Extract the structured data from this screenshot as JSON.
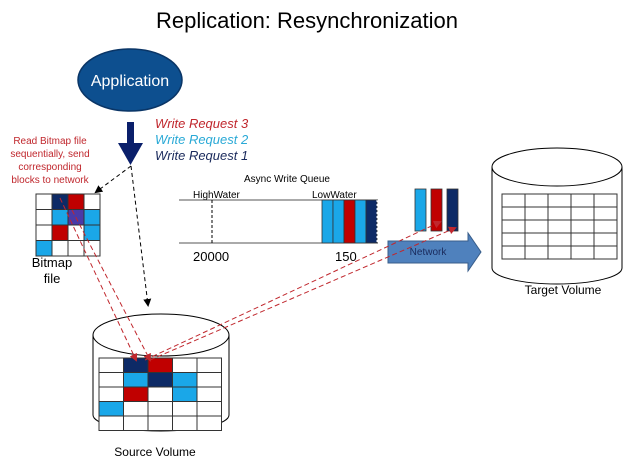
{
  "title": "Replication: Resynchronization",
  "colors": {
    "navy": "#0a1f6b",
    "dark_navy": "#0d2a66",
    "red": "#c00000",
    "light_blue": "#1aa7e8",
    "purple": "#4a3aa8",
    "app_fill": "#0d4f8f",
    "network_fill": "#4f81bd",
    "red_text": "#c0272d",
    "cyan_text": "#29a9d6",
    "navy_text": "#1a2a5c"
  },
  "application": {
    "label": "Application"
  },
  "write_requests": [
    {
      "label": "Write Request 3",
      "color": "red"
    },
    {
      "label": "Write Request 2",
      "color": "cyan"
    },
    {
      "label": "Write Request 1",
      "color": "navy"
    }
  ],
  "bitmap_note": [
    "Read Bitmap file",
    "sequentially, send",
    "corresponding",
    "blocks to network"
  ],
  "bitmap": {
    "label_line1": "Bitmap",
    "label_line2": "file",
    "cells": [
      [
        "white",
        "navy",
        "red",
        "white"
      ],
      [
        "white",
        "lightblue",
        "purple",
        "lightblue"
      ],
      [
        "white",
        "red",
        "white",
        "lightblue"
      ],
      [
        "lightblue",
        "white",
        "white",
        "white"
      ]
    ]
  },
  "queue": {
    "title": "Async Write Queue",
    "high_water_label": "HighWater",
    "low_water_label": "LowWater",
    "high_water_value": "20000",
    "low_water_value": "150",
    "blocks": [
      "lightblue",
      "lightblue",
      "red",
      "lightblue",
      "navy"
    ]
  },
  "network": {
    "label": "Network",
    "packets": [
      "lightblue",
      "red",
      "navy"
    ]
  },
  "source_volume": {
    "label": "Source Volume",
    "cells": [
      [
        "white",
        "navy",
        "red",
        "white",
        "white"
      ],
      [
        "white",
        "lightblue",
        "navy",
        "lightblue",
        "white"
      ],
      [
        "white",
        "red",
        "white",
        "lightblue",
        "white"
      ],
      [
        "lightblue",
        "white",
        "white",
        "white",
        "white"
      ],
      [
        "white",
        "white",
        "white",
        "white",
        "white"
      ]
    ]
  },
  "target_volume": {
    "label": "Target Volume",
    "rows": 5,
    "cols": 5
  }
}
